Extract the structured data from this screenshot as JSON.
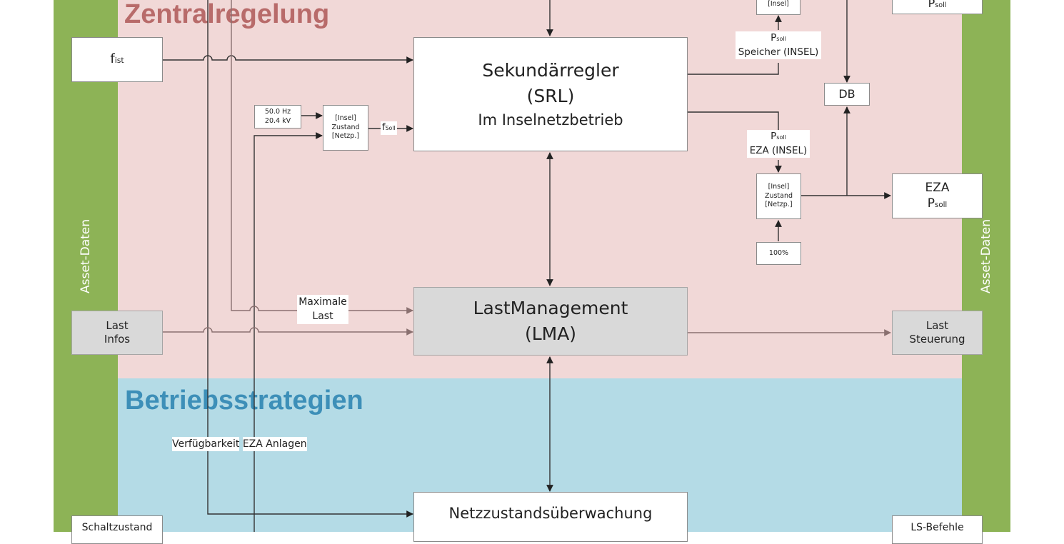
{
  "sections": {
    "zentral": "Zentralregelung",
    "betrieb": "Betriebsstrategien"
  },
  "side": {
    "left": "Asset-Daten",
    "right": "Asset-Daten"
  },
  "boxes": {
    "fist": {
      "main": "f",
      "sub": "ist"
    },
    "srl": {
      "line1": "Sekundärregler",
      "line2": "(SRL)",
      "line3": "Im Inselnetzbetrieb"
    },
    "freqset": {
      "line1": "50.0 Hz",
      "line2": "20.4 kV"
    },
    "switch1": {
      "line1": "[Insel]",
      "line2": "Zustand",
      "line3": "[Netzp.]"
    },
    "switch2": {
      "line1": "[Insel]",
      "line2": "Zustand",
      "line3": "[Netzp.]"
    },
    "insel_top": "[Insel]",
    "psoll_top": {
      "main": "P",
      "sub": "soll"
    },
    "db": "DB",
    "eza": {
      "line1": "EZA",
      "main": "P",
      "sub": "soll"
    },
    "hundred": "100%",
    "lma": {
      "line1": "LastManagement",
      "line2": "(LMA)"
    },
    "lastinfos": {
      "line1": "Last",
      "line2": "Infos"
    },
    "laststeuerung": {
      "line1": "Last",
      "line2": "Steuerung"
    },
    "netz": {
      "line1": "Netzzustandsüberwachung"
    },
    "schalt": "Schaltzustand",
    "ls": "LS-Befehle"
  },
  "labels": {
    "fsoll": {
      "main": "f",
      "sub": "Soll"
    },
    "psoll_speicher": {
      "main": "P",
      "sub": "soll",
      "line2": "Speicher (INSEL)"
    },
    "psoll_eza": {
      "main": "P",
      "sub": "soll",
      "line2": "EZA (INSEL)"
    },
    "maxlast": {
      "line1": "Maximale",
      "line2": "Last"
    },
    "verfueg": {
      "line1": "Verfügbarkeit",
      "line2": "EZA Anlagen"
    }
  }
}
